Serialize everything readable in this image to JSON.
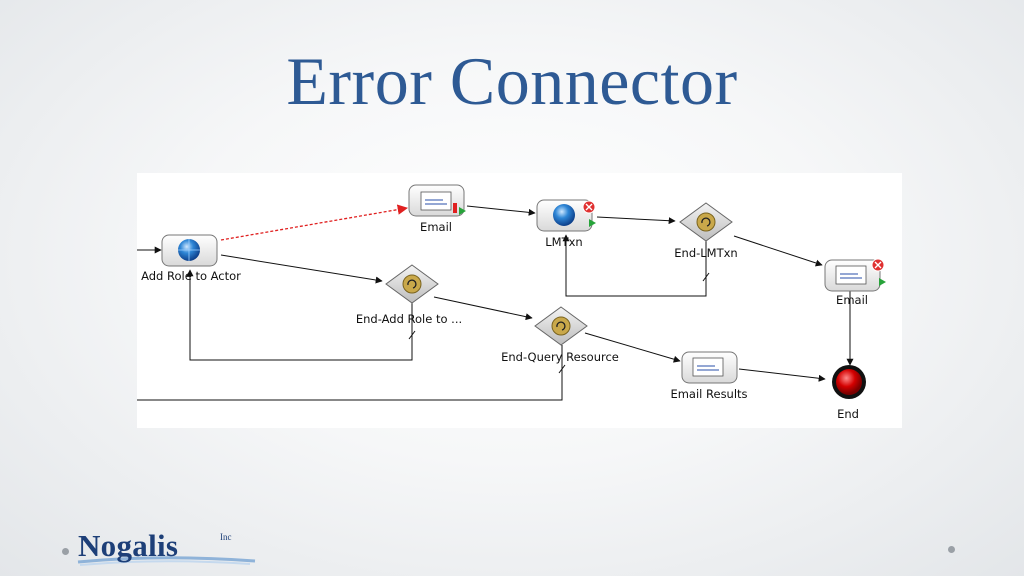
{
  "slide": {
    "title": "Error Connector"
  },
  "diagram": {
    "nodes": {
      "add_role": "Add Role to Actor",
      "email_top": "Email",
      "lmtxn": "LMTxn",
      "end_lmtxn": "End-LMTxn",
      "email_right": "Email",
      "end_add_role": "End-Add Role to ...",
      "end_query": "End-Query Resource",
      "email_results": "Email Results",
      "end": "End"
    },
    "colors": {
      "error_connector": "#e02020",
      "normal_connector": "#111111"
    }
  },
  "footer": {
    "logo_text": "Nogalis",
    "logo_sup": "Inc"
  }
}
